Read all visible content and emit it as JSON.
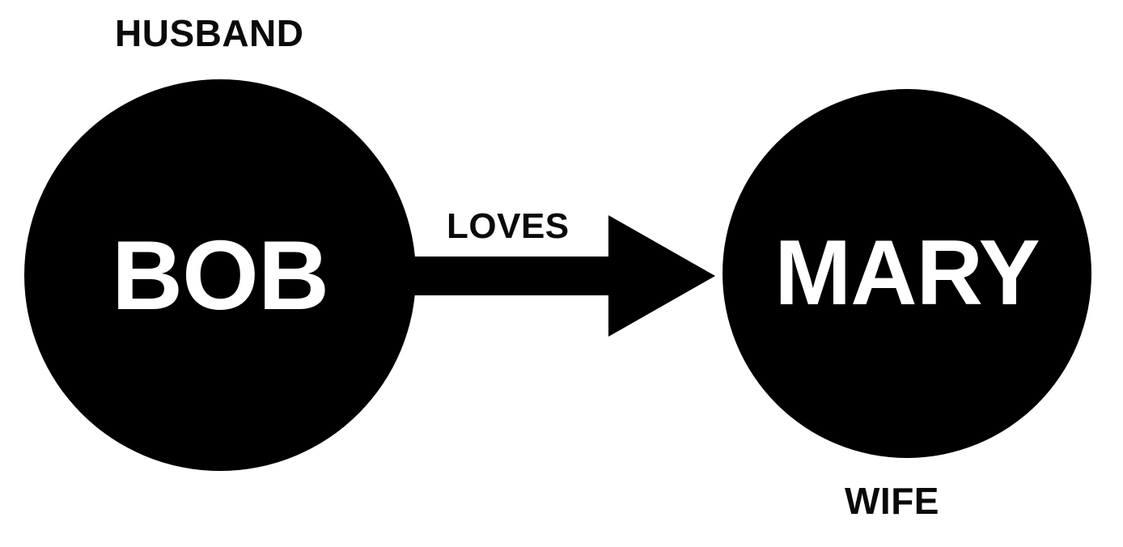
{
  "diagram": {
    "title": "",
    "background": "#ffffff",
    "nodes": [
      {
        "id": "bob",
        "label": "BOB",
        "role": "HUSBAND",
        "shape": "circle",
        "fill": "#000000",
        "text_color": "#ffffff"
      },
      {
        "id": "mary",
        "label": "MARY",
        "role": "WIFE",
        "shape": "circle",
        "fill": "#000000",
        "text_color": "#ffffff"
      }
    ],
    "edge": {
      "label": "LOVES",
      "from": "bob",
      "to": "mary",
      "style": "thick-arrow",
      "color": "#000000"
    }
  }
}
